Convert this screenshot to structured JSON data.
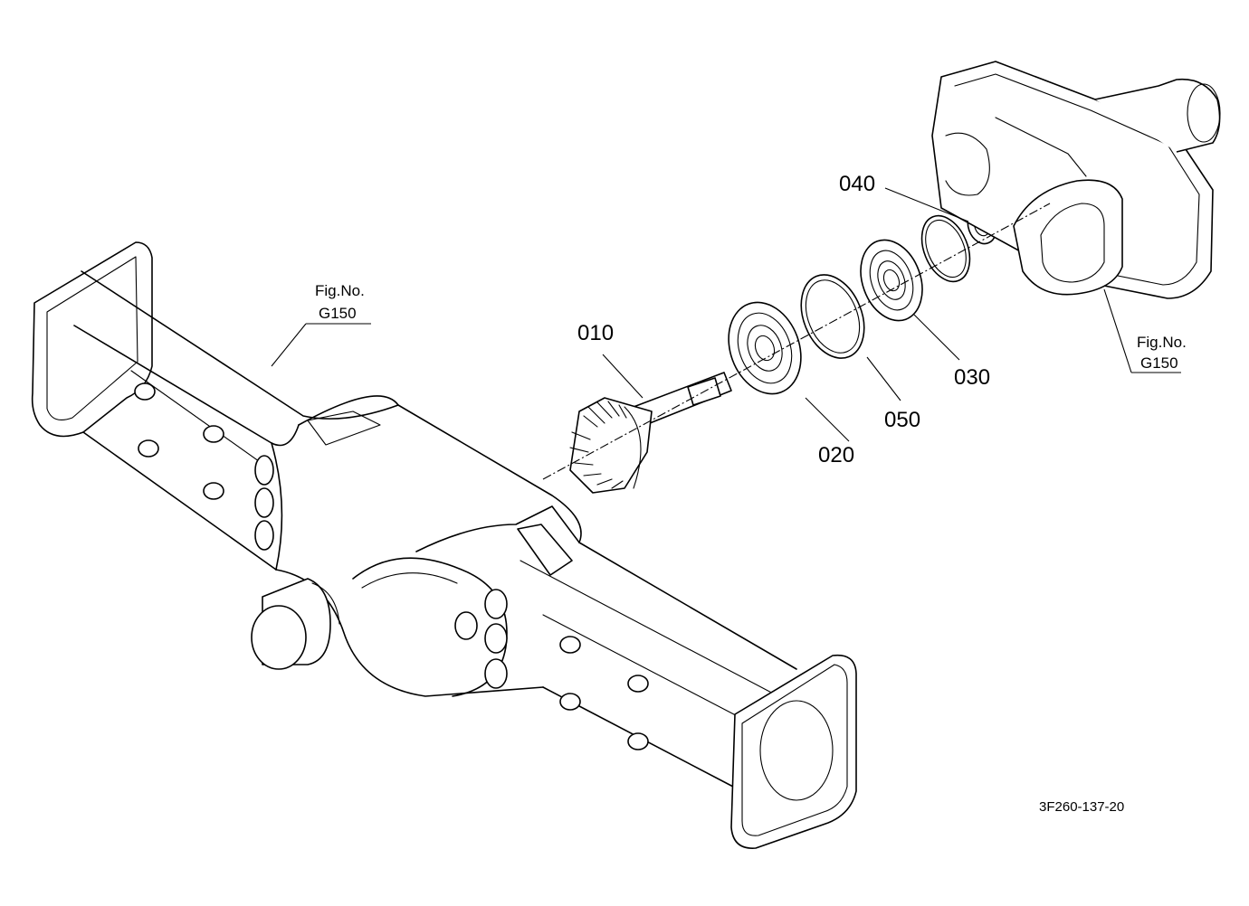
{
  "callouts": {
    "c010": "010",
    "c020": "020",
    "c030": "030",
    "c040": "040",
    "c050": "050"
  },
  "fig_ref_left": {
    "line1": "Fig.No.",
    "line2": "G150"
  },
  "fig_ref_right": {
    "line1": "Fig.No.",
    "line2": "G150"
  },
  "drawing_code": "3F260-137-20"
}
